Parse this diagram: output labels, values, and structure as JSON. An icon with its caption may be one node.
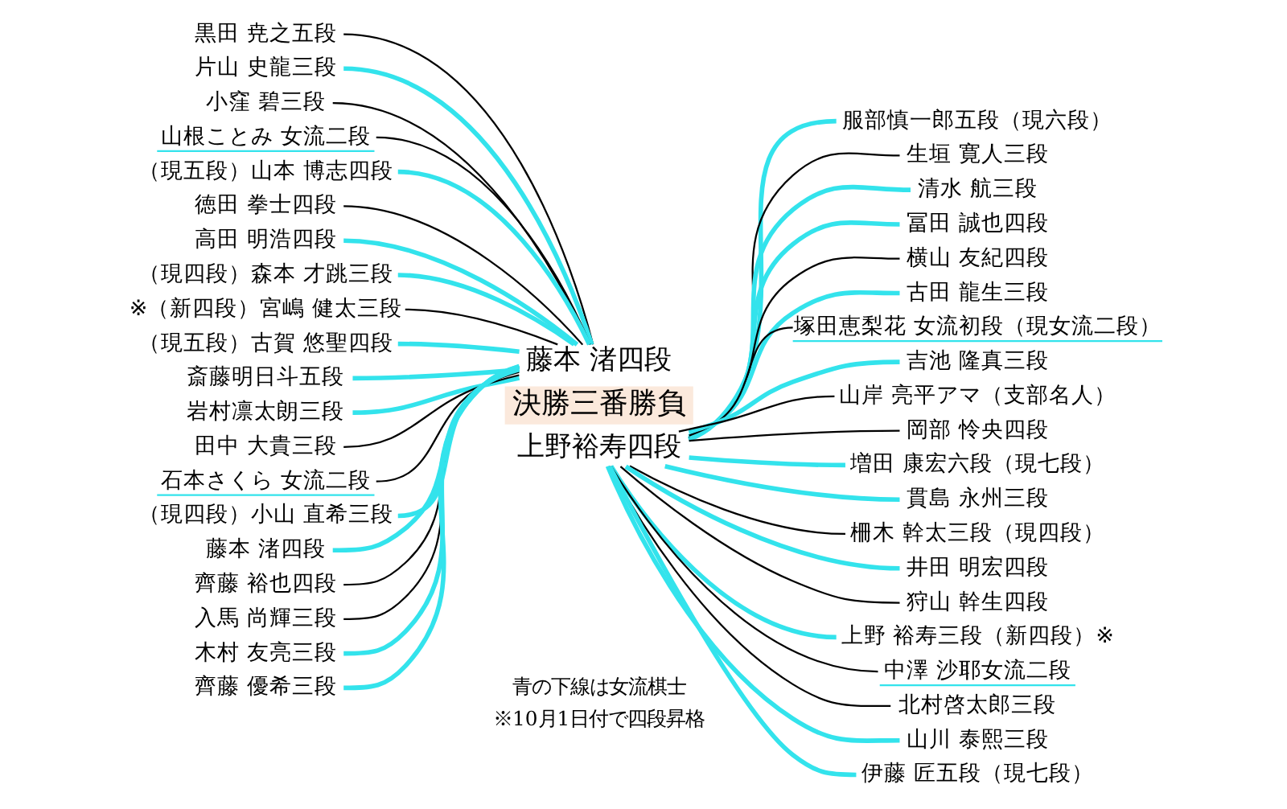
{
  "diagram": {
    "nodes": [
      {
        "text": [
          "黒田 尭之五段"
        ]
      },
      {
        "text": [
          "片山 史龍三段"
        ]
      },
      {
        "text": [
          "小窪 碧三段"
        ]
      },
      {
        "text": [
          "山根ことみ 女流二段"
        ]
      },
      {
        "text": [
          "（現五段）山本 博志四段"
        ]
      },
      {
        "text": [
          "徳田 拳士四段"
        ]
      },
      {
        "text": [
          "高田 明浩四段"
        ]
      },
      {
        "text": [
          "（現四段）森本 才跳三段"
        ]
      },
      {
        "text": [
          "※（新四段）宮嶋 健太三段"
        ]
      },
      {
        "text": [
          "（現五段）古賀 悠聖四段"
        ]
      },
      {
        "text": [
          "斎藤明日斗五段"
        ]
      },
      {
        "text": [
          "岩村凛太朗三段"
        ]
      },
      {
        "text": [
          "田中 大貴三段"
        ]
      },
      {
        "text": [
          "石本さくら 女流二段"
        ]
      },
      {
        "text": [
          "（現四段）小山 直希三段"
        ]
      },
      {
        "text": [
          "藤本 渚四段"
        ]
      },
      {
        "text": [
          "齊藤 裕也四段"
        ]
      },
      {
        "text": [
          "入馬 尚輝三段"
        ]
      },
      {
        "text": [
          "木村 友亮三段"
        ]
      },
      {
        "text": [
          "齊藤 優希三段"
        ]
      },
      {
        "text": [
          "決勝三番勝負"
        ]
      },
      {
        "text": [
          "藤本 渚四段"
        ]
      },
      {
        "text": [
          "上野裕寿四段"
        ]
      },
      {
        "text": [
          "服部慎一郎五段（現六段）"
        ]
      },
      {
        "text": [
          "生垣 寛人三段"
        ]
      },
      {
        "text": [
          "清水 航三段"
        ]
      },
      {
        "text": [
          "冨田 誠也四段"
        ]
      },
      {
        "text": [
          "横山 友紀四段"
        ]
      },
      {
        "text": [
          "古田 龍生三段"
        ]
      },
      {
        "text": [
          "塚田恵梨花 女流初段（現女流二段）"
        ]
      },
      {
        "text": [
          "吉池 隆真三段"
        ]
      },
      {
        "text": [
          "山岸 亮平アマ（支部名人）"
        ]
      },
      {
        "text": [
          "岡部 怜央四段"
        ]
      },
      {
        "text": [
          "増田 康宏六段（現七段）"
        ]
      },
      {
        "text": [
          "貫島 永州三段"
        ]
      },
      {
        "text": [
          "柵木 幹太三段（現四段）"
        ]
      },
      {
        "text": [
          "井田 明宏四段"
        ]
      },
      {
        "text": [
          "狩山 幹生四段"
        ]
      },
      {
        "text": [
          "上野 裕寿三段（新四段）※"
        ]
      },
      {
        "text": [
          "中澤 沙耶女流二段"
        ]
      },
      {
        "text": [
          "北村啓太郎三段"
        ]
      },
      {
        "text": [
          "山川 泰熙三段"
        ]
      },
      {
        "text": [
          "伊藤 匠五段（現七段）"
        ]
      }
    ],
    "edges": [
      {
        "from": 0,
        "to": 21,
        "arrow": "none",
        "color": "#000000"
      },
      {
        "from": 1,
        "to": 21,
        "arrow": "none"
      },
      {
        "from": 2,
        "to": 21,
        "arrow": "none",
        "color": "#000000"
      },
      {
        "from": 3,
        "to": 21,
        "arrow": "none",
        "color": "#000000"
      },
      {
        "from": 4,
        "to": 21,
        "arrow": "none"
      },
      {
        "from": 5,
        "to": 21,
        "arrow": "none",
        "color": "#000000"
      },
      {
        "from": 6,
        "to": 21,
        "arrow": "none"
      },
      {
        "from": 7,
        "to": 21,
        "arrow": "none"
      },
      {
        "from": 8,
        "to": 21,
        "arrow": "none",
        "color": "#000000"
      },
      {
        "from": 9,
        "to": 21,
        "arrow": "none"
      },
      {
        "from": 10,
        "to": 21,
        "arrow": "none"
      },
      {
        "from": 11,
        "to": 21,
        "arrow": "none"
      },
      {
        "from": 12,
        "to": 21,
        "arrow": "none",
        "color": "#000000"
      },
      {
        "from": 13,
        "to": 21,
        "arrow": "none",
        "color": "#000000"
      },
      {
        "from": 14,
        "to": 21,
        "arrow": "none"
      },
      {
        "from": 15,
        "to": 21,
        "arrow": "none"
      },
      {
        "from": 16,
        "to": 21,
        "arrow": "none",
        "color": "#000000"
      },
      {
        "from": 17,
        "to": 21,
        "arrow": "none",
        "color": "#000000"
      },
      {
        "from": 18,
        "to": 21,
        "arrow": "none"
      },
      {
        "from": 19,
        "to": 21,
        "arrow": "none"
      },
      {
        "from": 23,
        "to": 22,
        "arrow": "none"
      },
      {
        "from": 24,
        "to": 22,
        "arrow": "none",
        "color": "#000000"
      },
      {
        "from": 25,
        "to": 22,
        "arrow": "none"
      },
      {
        "from": 26,
        "to": 22,
        "arrow": "none"
      },
      {
        "from": 27,
        "to": 22,
        "arrow": "none",
        "color": "#000000"
      },
      {
        "from": 28,
        "to": 22,
        "arrow": "none"
      },
      {
        "from": 29,
        "to": 22,
        "arrow": "none",
        "color": "#000000"
      },
      {
        "from": 30,
        "to": 22,
        "arrow": "none"
      },
      {
        "from": 31,
        "to": 22,
        "arrow": "none",
        "color": "#000000"
      },
      {
        "from": 32,
        "to": 22,
        "arrow": "none",
        "color": "#000000"
      },
      {
        "from": 33,
        "to": 22,
        "arrow": "none"
      },
      {
        "from": 34,
        "to": 22,
        "arrow": "none"
      },
      {
        "from": 35,
        "to": 22,
        "arrow": "none",
        "color": "#000000"
      },
      {
        "from": 36,
        "to": 22,
        "arrow": "none"
      },
      {
        "from": 37,
        "to": 22,
        "arrow": "none",
        "color": "#000000"
      },
      {
        "from": 38,
        "to": 22,
        "arrow": "none"
      },
      {
        "from": 39,
        "to": 22,
        "arrow": "none",
        "color": "#000000"
      },
      {
        "from": 40,
        "to": 22,
        "arrow": "none",
        "color": "#000000"
      },
      {
        "from": 41,
        "to": 22,
        "arrow": "none"
      },
      {
        "from": 42,
        "to": 22,
        "arrow": "none"
      }
    ],
    "labels": [
      "青の下線は女流棋士",
      "※10月1日付で四段昇格"
    ]
  }
}
